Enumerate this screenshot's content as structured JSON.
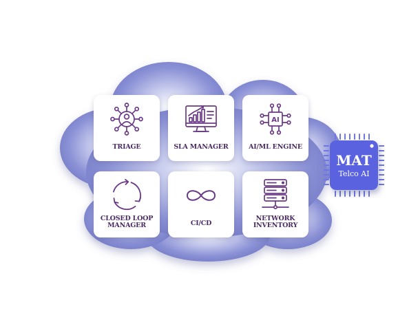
{
  "cards": [
    {
      "label": "TRIAGE",
      "icon": "person-network-icon"
    },
    {
      "label": "SLA MANAGER",
      "icon": "monitor-chart-icon"
    },
    {
      "label": "AI/ML ENGINE",
      "icon": "ai-chip-icon"
    },
    {
      "label_line1": "CLOSED LOOP",
      "label_line2": "MANAGER",
      "icon": "cycle-arrows-icon"
    },
    {
      "label": "CI/CD",
      "icon": "infinity-icon"
    },
    {
      "label_line1": "NETWORK",
      "label_line2": "INVENTORY",
      "icon": "server-rack-icon"
    }
  ],
  "chip": {
    "title": "MAT",
    "subtitle": "Telco AI",
    "icon": "processor-chip-icon"
  },
  "colors": {
    "icon_purple": "#6b3a86",
    "label_purple": "#4a2a63",
    "cloud_blue": "#7d84cf",
    "chip_blue": "#5a62e0"
  }
}
